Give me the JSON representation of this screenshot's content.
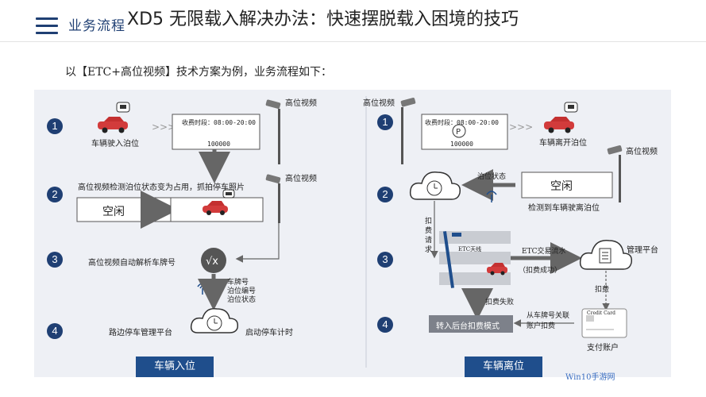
{
  "header": {
    "section_label": "业务流程",
    "title": "XD5 无限载入解决办法：快速摆脱载入困境的技巧"
  },
  "intro": "以【ETC+高位视频】技术方案为例，业务流程如下：",
  "left": {
    "steps": [
      "1",
      "2",
      "3",
      "4"
    ],
    "step1": {
      "camera_label": "高位视频",
      "car_label": "车辆驶入泊位",
      "record_time": "收费时段：08:00-20:00",
      "record_id": "100000"
    },
    "step2": {
      "camera_label": "高位视频",
      "text": "高位视频检测泊位状态变为占用，抓拍停车照片",
      "state": "空闲"
    },
    "step3": {
      "text": "高位视频自动解析车牌号",
      "fields": [
        "车牌号",
        "泊位编号",
        "泊位状态"
      ]
    },
    "step4": {
      "platform": "路边停车管理平台",
      "start": "启动停车计时"
    },
    "button": "车辆入位"
  },
  "right": {
    "steps": [
      "1",
      "2",
      "3",
      "4"
    ],
    "step1": {
      "camera_label": "高位视频",
      "record_time": "收费时段：08:00-20:00",
      "record_id": "100000",
      "car_label": "车辆离开泊位"
    },
    "step2": {
      "camera_label": "高位视频",
      "state": "空闲",
      "detect": "检测到车辆驶离泊位",
      "status_label": "泊位状态"
    },
    "step3": {
      "deduct_req": "扣费请求",
      "etc_label": "ETC天线",
      "etc_flow": "ETC交易流水",
      "success": "（扣费成功）",
      "platform": "管理平台",
      "fee": "扣费"
    },
    "step4": {
      "fail": "扣费失败",
      "mode": "转入后台扣费模式",
      "bind": "从车牌号关联账户扣费",
      "account": "支付账户",
      "card_label": "Credit Card"
    },
    "button": "车辆离位"
  },
  "watermark": "Win10手游网"
}
